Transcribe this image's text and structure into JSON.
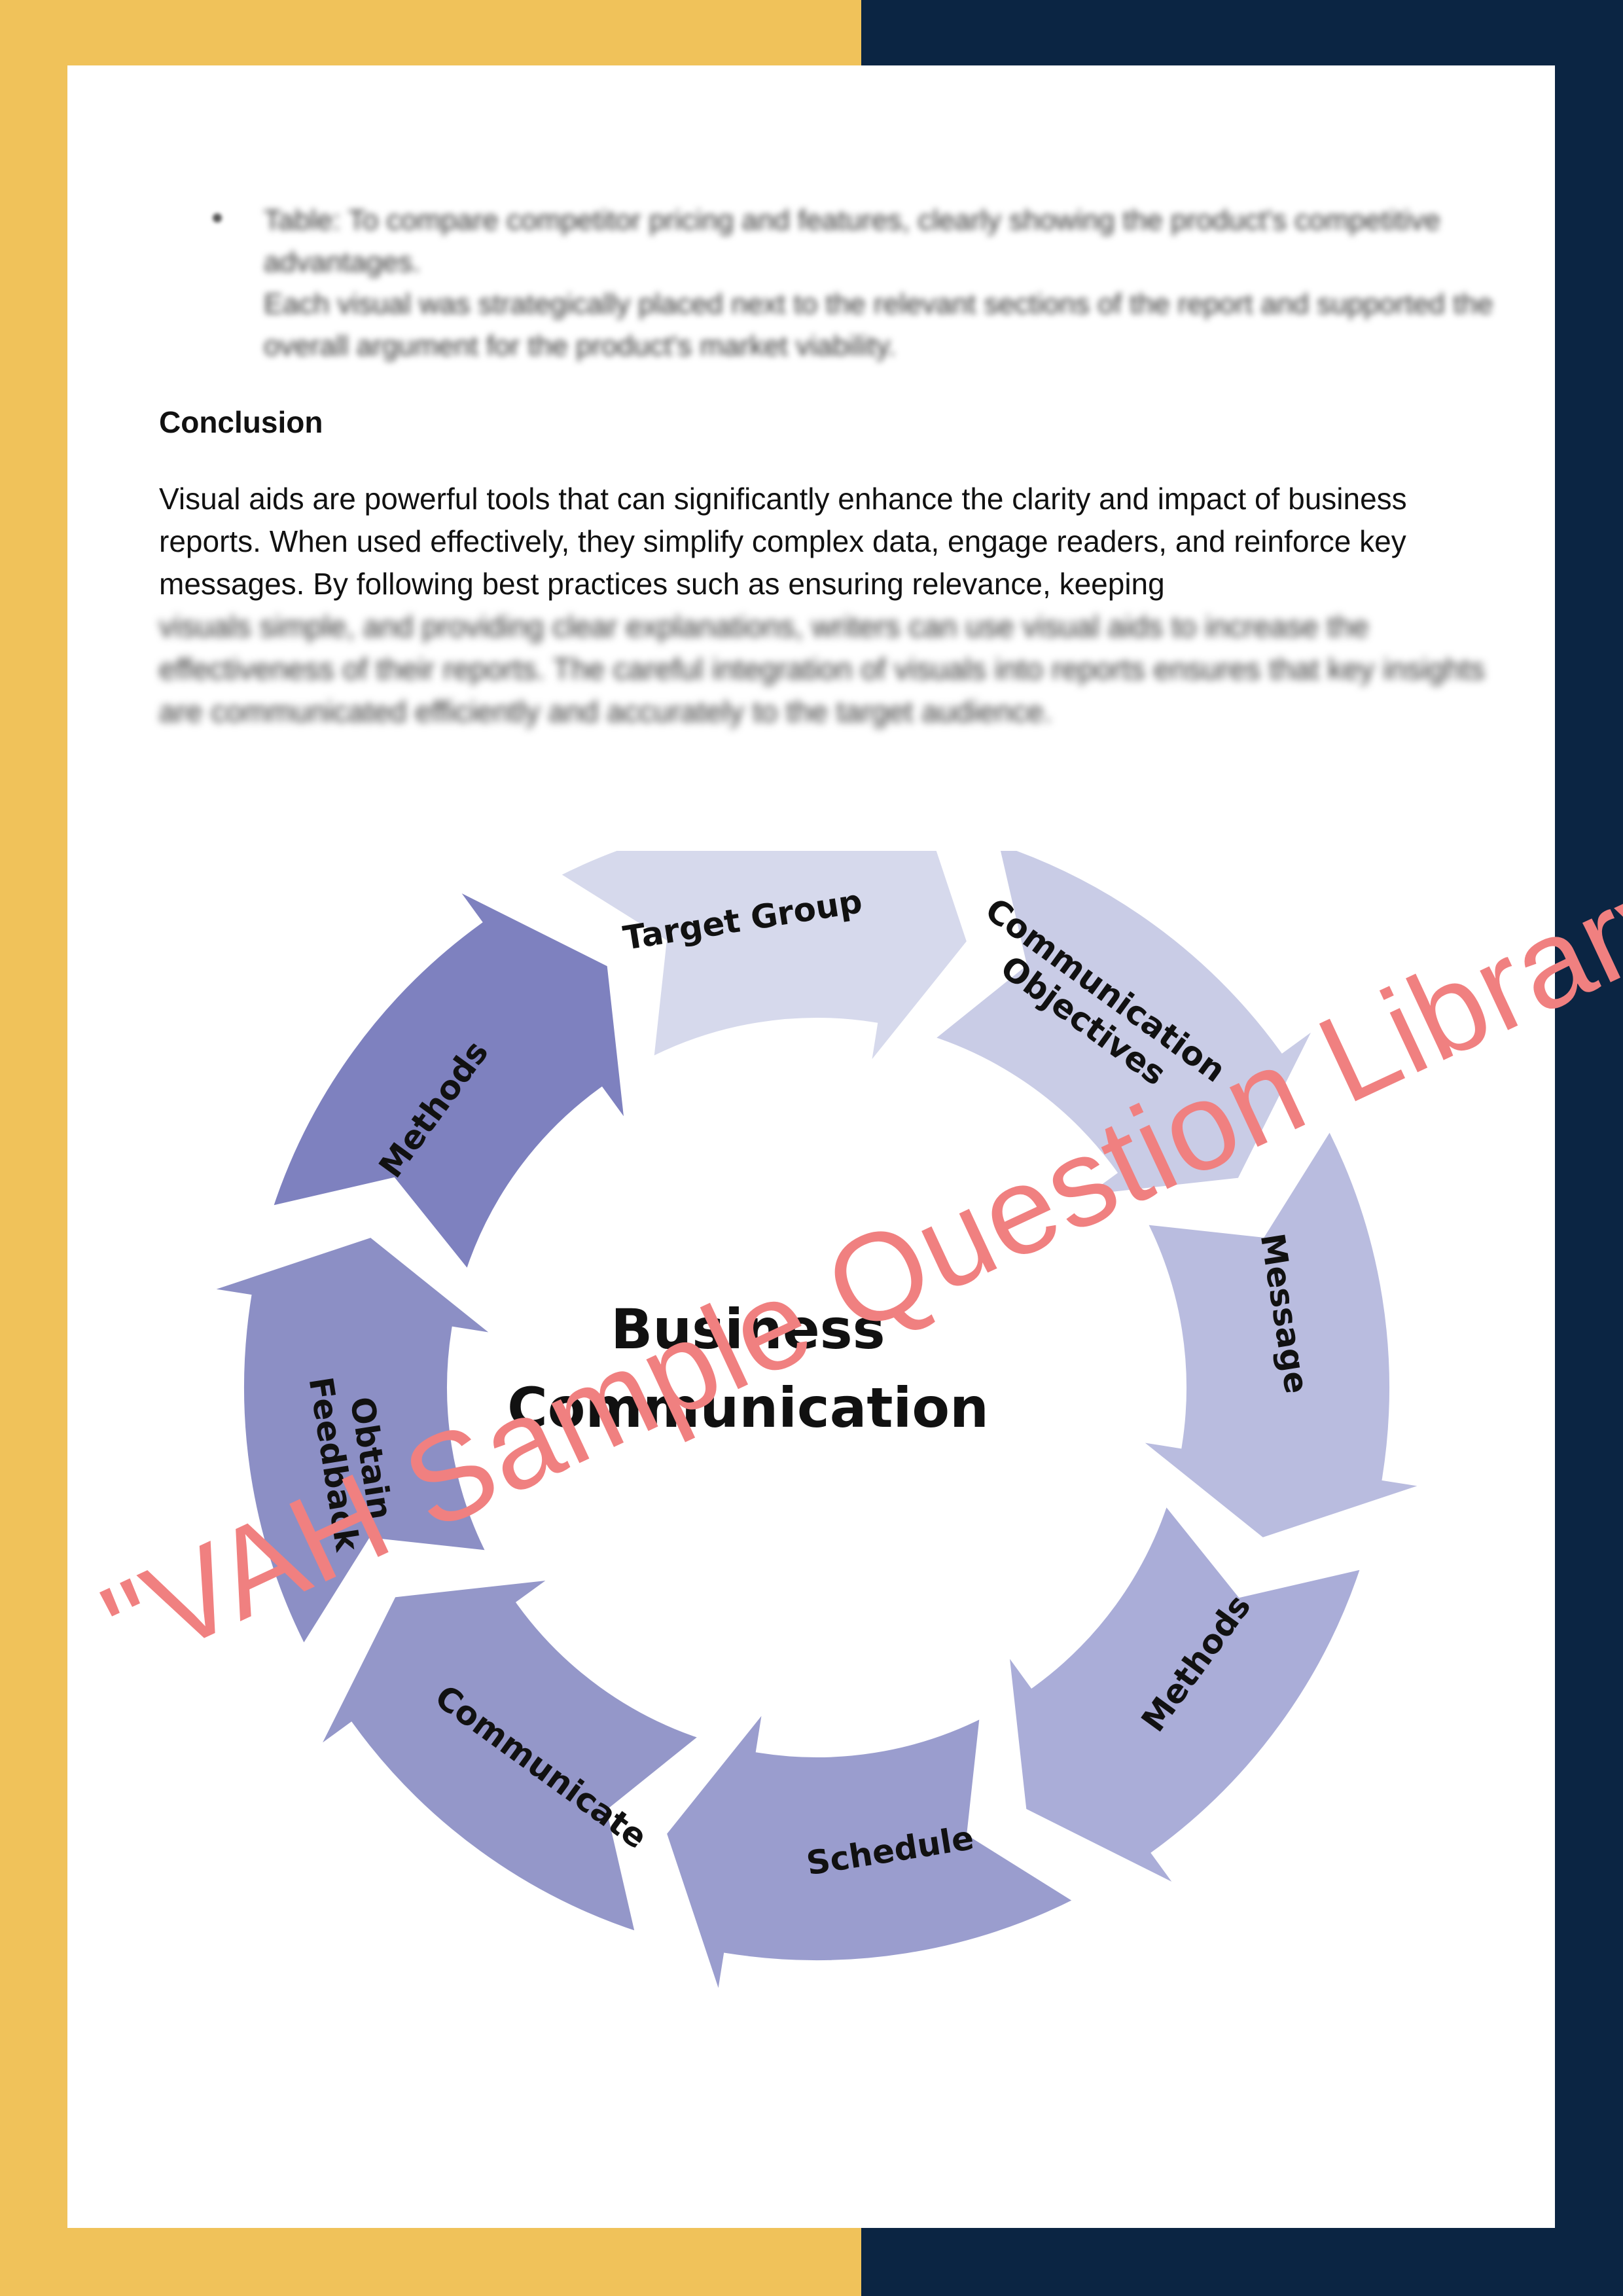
{
  "document": {
    "bullet_text": "Table: To compare competitor pricing and features, clearly showing the product's competitive advantages.",
    "bullet_follow": "Each visual was strategically placed next to the relevant sections of the report and supported the overall argument for the product's market viability.",
    "heading": "Conclusion",
    "paragraph_visible": "Visual aids are powerful tools that can significantly enhance the clarity and impact of business reports. When used effectively, they simplify complex data, engage readers, and reinforce key messages. By following best practices such as ensuring relevance, keeping",
    "paragraph_blurred": "visuals simple, and providing clear explanations, writers can use visual aids to increase the effectiveness of their reports. The careful integration of visuals into reports ensures that key insights are communicated efficiently and accurately to the target audience."
  },
  "diagram": {
    "center_line1": "Business",
    "center_line2": "Communication",
    "steps": [
      {
        "label": "Target Group",
        "color": "#D6D9EC"
      },
      {
        "label": "Communication",
        "label2": "Objectives",
        "color": "#C9CCE6"
      },
      {
        "label": "Message",
        "color": "#B9BCDF"
      },
      {
        "label": "Methods",
        "color": "#AAADD8"
      },
      {
        "label": "Schedule",
        "color": "#9A9DCE"
      },
      {
        "label": "Communicate",
        "color": "#9497C9"
      },
      {
        "label": "Obtain",
        "label2": "Feedback",
        "color": "#8C8FC5"
      },
      {
        "label": "Methods",
        "color": "#7E81BF"
      }
    ]
  },
  "watermark": "\"VAH Sample Question Library\"",
  "colors": {
    "left_band": "#F0C25A",
    "right_band": "#0B2543",
    "watermark": "#F08080"
  }
}
